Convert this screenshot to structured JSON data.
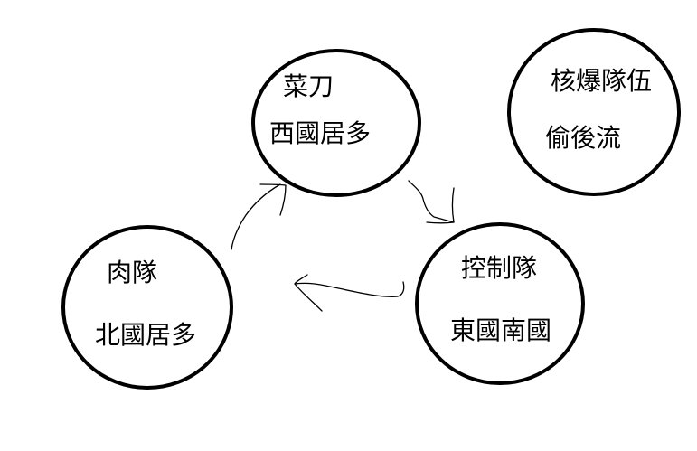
{
  "diagram": {
    "nodes": [
      {
        "id": "top",
        "line1": "菜刀",
        "line2": "西國居多"
      },
      {
        "id": "right",
        "line1": "控制隊",
        "line2": "東國南國"
      },
      {
        "id": "left",
        "line1": "肉隊",
        "line2": "北國居多"
      },
      {
        "id": "isolated",
        "line1": "核爆隊伍",
        "line2": "偷後流"
      }
    ],
    "edges": [
      {
        "from": "top",
        "to": "right"
      },
      {
        "from": "right",
        "to": "left"
      },
      {
        "from": "left",
        "to": "top"
      }
    ],
    "stroke_color": "#000000",
    "background": "#ffffff"
  }
}
